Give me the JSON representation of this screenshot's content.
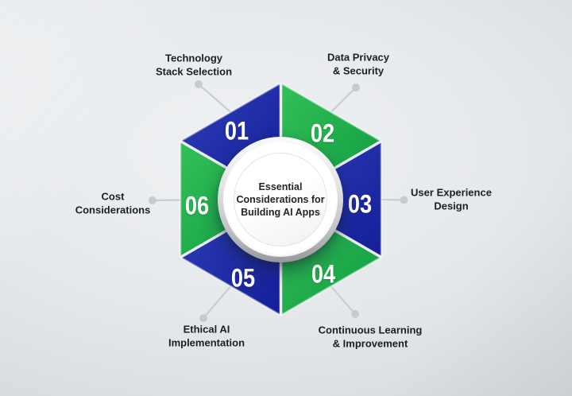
{
  "figure": {
    "title": "Essential Considerations for Building AI Apps",
    "title_lines": [
      "Essential",
      "Considerations for",
      "Building AI Apps"
    ]
  },
  "items": [
    {
      "number": "01",
      "label": "Technology Stack Selection",
      "line1": "Technology",
      "line2": "Stack Selection",
      "color_name": "blue"
    },
    {
      "number": "02",
      "label": "Data Privacy & Security",
      "line1": "Data Privacy",
      "line2": "& Security",
      "color_name": "green"
    },
    {
      "number": "03",
      "label": "User Experience Design",
      "line1": "User Experience",
      "line2": "Design",
      "color_name": "blue"
    },
    {
      "number": "04",
      "label": "Continuous Learning & Improvement",
      "line1": "Continuous Learning",
      "line2": "& Improvement",
      "color_name": "green"
    },
    {
      "number": "05",
      "label": "Ethical AI Implementation",
      "line1": "Ethical AI",
      "line2": "Implementation",
      "color_name": "blue"
    },
    {
      "number": "06",
      "label": "Cost Considerations",
      "line1": "Cost",
      "line2": "Considerations",
      "color_name": "green"
    }
  ],
  "colors": {
    "blue_light": "#2e3eb8",
    "blue_dark": "#141e98",
    "green_light": "#33c058",
    "green_dark": "#109a40",
    "connector": "#c7cacf",
    "label_text": "#1c1e20"
  }
}
